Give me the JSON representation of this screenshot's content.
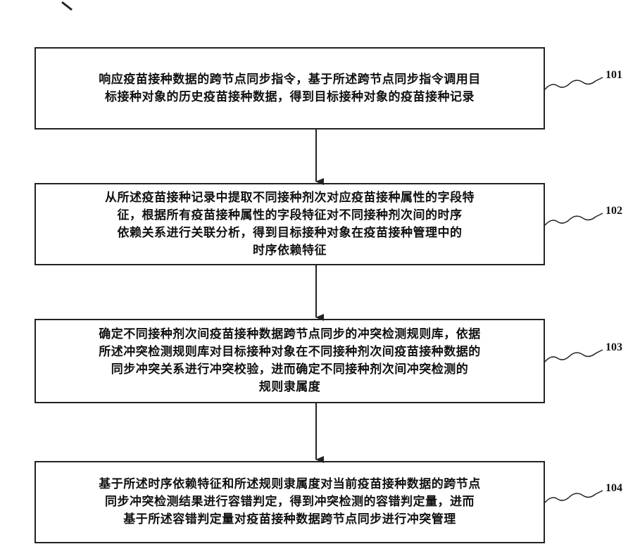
{
  "steps": [
    {
      "id": "101",
      "text": "响应疫苗接种数据的跨节点同步指令，基于所述跨节点同步指令调用目\n标接种对象的历史疫苗接种数据，得到目标接种对象的疫苗接种记录"
    },
    {
      "id": "102",
      "text": "从所述疫苗接种记录中提取不同接种剂次对应疫苗接种属性的字段特\n征，根据所有疫苗接种属性的字段特征对不同接种剂次间的时序\n依赖关系进行关联分析，得到目标接种对象在疫苗接种管理中的\n时序依赖特征"
    },
    {
      "id": "103",
      "text": "确定不同接种剂次间疫苗接种数据跨节点同步的冲突检测规则库，依据\n所述冲突检测规则库对目标接种对象在不同接种剂次间疫苗接种数据的\n同步冲突关系进行冲突校验，进而确定不同接种剂次间冲突检测的\n规则隶属度"
    },
    {
      "id": "104",
      "text": "基于所述时序依赖特征和所述规则隶属度对当前疫苗接种数据的跨节点\n同步冲突检测结果进行容错判定，得到冲突检测的容错判定量，进而\n基于所述容错判定量对疫苗接种数据跨节点同步进行冲突管理"
    }
  ]
}
